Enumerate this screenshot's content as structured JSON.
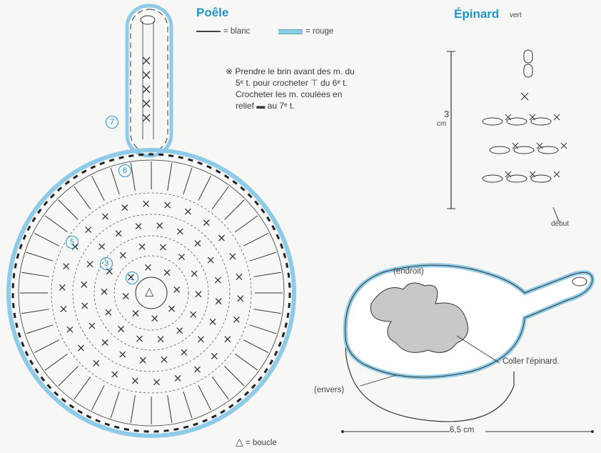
{
  "poele": {
    "title": "Poêle",
    "legend_white": "= blanc",
    "legend_red": "= rouge",
    "note_lines": [
      "※ Prendre le brin avant des m. du",
      "5ᵉ t. pour crocheter ⊤ du 6ᵉ t.",
      "Crocheter les m. coulées en",
      "relief ▬ au 7ᵉ t."
    ],
    "round_numbers": [
      "1",
      "3",
      "5",
      "6",
      "7"
    ],
    "loop_symbol": "△",
    "loop_legend": "= boucle",
    "colors": {
      "blanc": "#444444",
      "rouge": "#8ecbe8"
    }
  },
  "epinard": {
    "title": "Épinard",
    "color_word": "vert",
    "height_value": "3",
    "height_unit": "cm",
    "start_label": "début"
  },
  "pan": {
    "label_front": "(endroit)",
    "label_back": "(envers)",
    "label_glue": "Coller l'épinard.",
    "width_label": "6,5 cm"
  }
}
